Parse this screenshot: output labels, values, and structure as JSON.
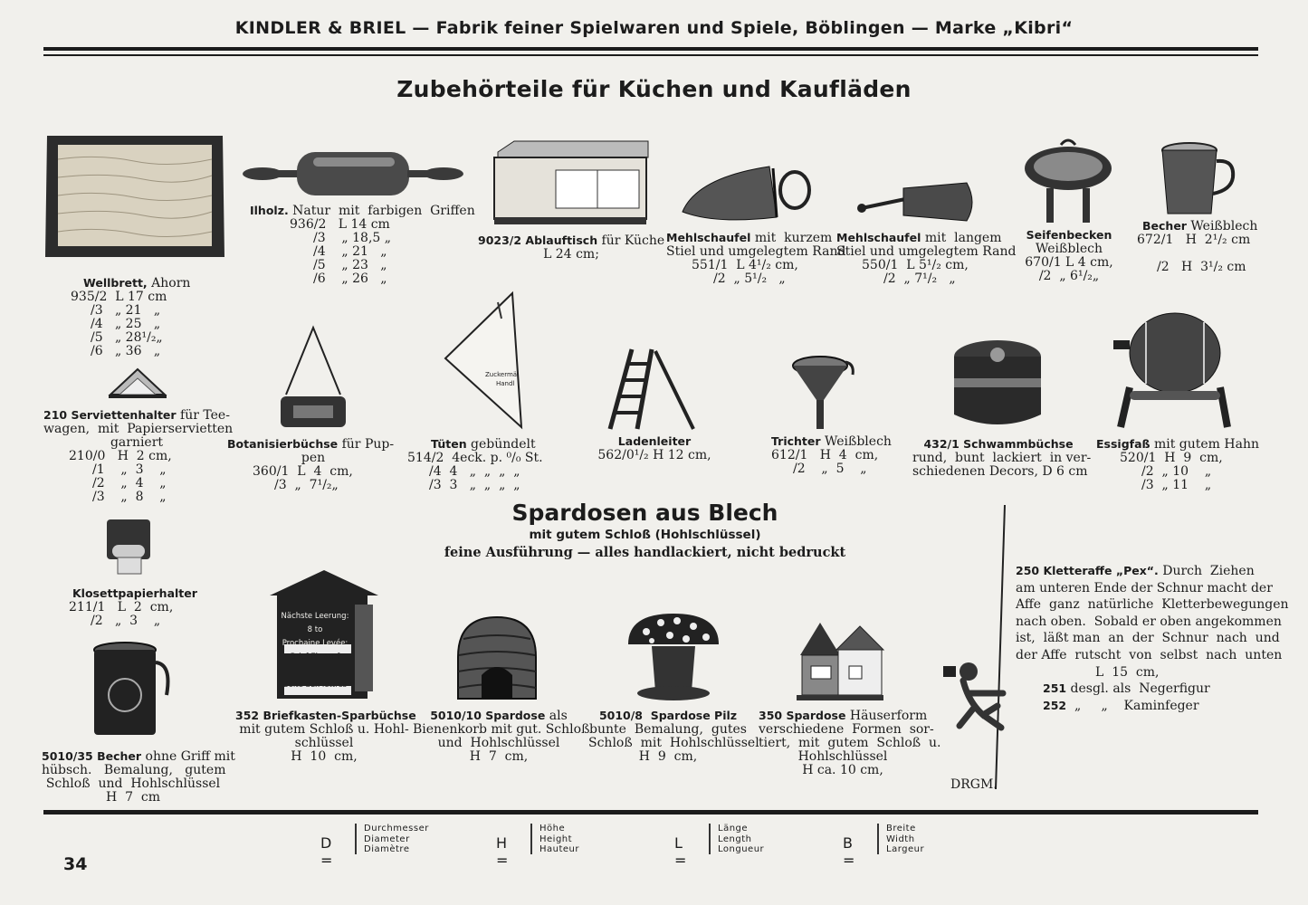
{
  "header": "KINDLER & BRIEL — Fabrik feiner Spielwaren und Spiele, Böblingen — Marke „Kibri“",
  "title": "Zubehörteile für Küchen und Kaufläden",
  "items": {
    "wellbrett": {
      "name": "Wellbrett,",
      "lines": [
        " Ahorn",
        "935/2  L 17 cm",
        "/3   „ 21   „",
        "/4   „ 25   „",
        "/5   „ 28¹/₂„",
        "/6   „ 36   „"
      ]
    },
    "nudelholz": {
      "name": "Ilholz.",
      "lines": [
        " Natur  mit  farbigen  Griffen",
        "936/2   L 14 cm",
        "/3    „ 18,5 „",
        "/4    „ 21   „",
        "/5    „ 23   „",
        "/6    „ 26   „"
      ]
    },
    "ablauftisch": {
      "name": "9023/2 Ablauftisch",
      "lines": [
        " für Küche",
        "L 24 cm;"
      ]
    },
    "mehlschaufel1": {
      "name": "Mehlschaufel",
      "lines": [
        " mit  kurzem",
        "Stiel und umgelegtem Rand",
        "551/1  L 4¹/₂ cm,",
        "/2  „ 5¹/₂   „"
      ]
    },
    "mehlschaufel2": {
      "name": "Mehlschaufel",
      "lines": [
        " mit  langem",
        "Stiel und umgelegtem Rand",
        "550/1  L 5¹/₂ cm,",
        "/2  „ 7¹/₂   „"
      ]
    },
    "seifenbecken": {
      "name": "Seifenbecken",
      "lines": [
        "Weißblech",
        "670/1 L 4 cm,",
        "/2  „ 6¹/₂„"
      ]
    },
    "becher672": {
      "name": "Becher",
      "lines": [
        " Weißblech",
        "672/1   H  2¹/₂ cm",
        "/2   H  3¹/₂ cm"
      ]
    },
    "serviettenhalter": {
      "name": "210 Serviettenhalter",
      "lines": [
        " für Tee-",
        "wagen,  mit  Papierservietten",
        "garniert",
        "210/0   H  2 cm,",
        "/1    „  3    „",
        "/2    „  4    „",
        "/3    „  8    „"
      ]
    },
    "botanisierbuechse": {
      "name": "Botanisierbüchse",
      "lines": [
        " für Pup-",
        "pen",
        "360/1  L  4  cm,",
        "/3  „  7¹/₂„"
      ]
    },
    "tueten": {
      "name": "Tüten",
      "lines": [
        " gebündelt",
        "514/2  4eck. p. ⁰/₀ St.",
        "/4  4   „  „  „  „",
        "/3  3   „  „  „  „"
      ],
      "label1": "Zuckermä",
      "label2": "Handl"
    },
    "ladenleiter": {
      "name": "Ladenleiter",
      "lines": [
        "562/0¹/₂ H 12 cm,"
      ]
    },
    "trichter": {
      "name": "Trichter",
      "lines": [
        " Weißblech",
        "612/1   H  4  cm,",
        "/2    „  5    „"
      ]
    },
    "schwammbuechse": {
      "name": "432/1 Schwammbüchse",
      "lines": [
        "rund,  bunt  lackiert  in ver-",
        "schiedenen Decors, D 6 cm"
      ]
    },
    "essigfass": {
      "name": "Essigfaß",
      "lines": [
        " mit gutem Hahn",
        "520/1  H  9  cm,",
        "/2  „ 10    „",
        "/3  „ 11    „"
      ]
    },
    "klosettpapierhalter": {
      "name": "Klosettpapierhalter",
      "lines": [
        "211/1   L  2  cm,",
        "/2   „  3    „"
      ]
    }
  },
  "spardosen": {
    "title": "Spardosen aus Blech",
    "subtitle": "mit gutem Schloß (Hohlschlüssel)",
    "subtitle2": "feine Ausführung — alles handlackiert, nicht bedruckt",
    "briefkasten": {
      "name": "352 Briefkasten-Sparbüchse",
      "lines": [
        "mit gutem Schloß u. Hohl-",
        "schlüssel",
        "H  10  cm,"
      ],
      "sign": [
        "Nächste Leerung:",
        "8 to",
        "Prochaine Levée:",
        "Brief-Einwurf",
        "Boite aux lettres"
      ]
    },
    "bienenkorb": {
      "name": "5010/10 Spardose",
      "lines": [
        " als",
        "Bienenkorb mit gut. Schloß",
        "und  Hohlschlüssel",
        "H  7  cm,"
      ]
    },
    "pilz": {
      "name": "5010/8  Spardose Pilz",
      "lines": [
        "bunte  Bemalung,  gutes",
        "Schloß  mit  Hohlschlüssel",
        "H  9  cm,"
      ]
    },
    "haeuser": {
      "name": "350 Spardose",
      "lines": [
        " Häuserform",
        "verschiedene  Formen  sor-",
        "tiert,  mit  gutem  Schloß  u.",
        "Hohlschlüssel",
        "H ca. 10 cm,"
      ]
    },
    "becher5010": {
      "name": "5010/35 Becher",
      "lines": [
        " ohne Griff mit",
        "hübsch.   Bemalung,   gutem",
        "Schloß  und  Hohlschlüssel",
        "H  7  cm"
      ]
    }
  },
  "kletteraffe": {
    "name": "250 Kletteraffe „Pex“.",
    "lines": [
      " Durch  Ziehen",
      "am unteren Ende der Schnur macht der",
      "Affe  ganz  natürliche  Kletterbewegungen",
      "nach oben.  Sobald er oben angekommen",
      "ist,  läßt man  an  der  Schnur  nach  und",
      "der Affe  rutscht  von  selbst  nach  unten"
    ],
    "size": "L  15  cm,",
    "variant1_no": "251",
    "variant1": "desgl. als  Negerfigur",
    "variant2_no": "252",
    "variant2": "„     „    Kaminfeger",
    "drgm": "DRGM."
  },
  "legend": [
    {
      "key": "D =",
      "words": [
        "Durchmesser",
        "Diameter",
        "Diamètre"
      ]
    },
    {
      "key": "H =",
      "words": [
        "Höhe",
        "Height",
        "Hauteur"
      ]
    },
    {
      "key": "L =",
      "words": [
        "Länge",
        "Length",
        "Longueur"
      ]
    },
    {
      "key": "B =",
      "words": [
        "Breite",
        "Width",
        "Largeur"
      ]
    }
  ],
  "page_number": "34",
  "colors": {
    "paper": "#f1f0ec",
    "ink": "#1c1c1c"
  }
}
